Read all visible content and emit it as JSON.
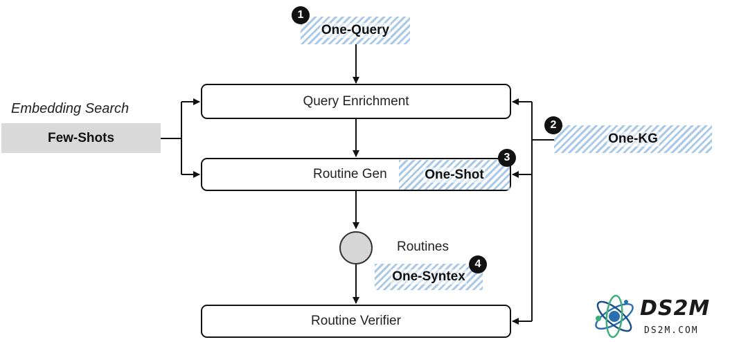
{
  "nodes": {
    "one_query": "One-Query",
    "query_enrichment": "Query Enrichment",
    "embedding_search": "Embedding Search",
    "few_shots": "Few-Shots",
    "one_kg": "One-KG",
    "routine_gen": "Routine Gen",
    "one_shot": "One-Shot",
    "routines": "Routines",
    "one_syntex": "One-Syntex",
    "routine_verifier": "Routine Verifier"
  },
  "badges": {
    "b1": "1",
    "b2": "2",
    "b3": "3",
    "b4": "4"
  },
  "colors": {
    "hatch_blue": "#a9c9e6",
    "few_shots_gray": "#d9d9d9",
    "stroke": "#111111"
  },
  "watermark": {
    "title": "DS2M",
    "subtitle": "DS2M.COM",
    "icon": "atom-logo-icon"
  }
}
